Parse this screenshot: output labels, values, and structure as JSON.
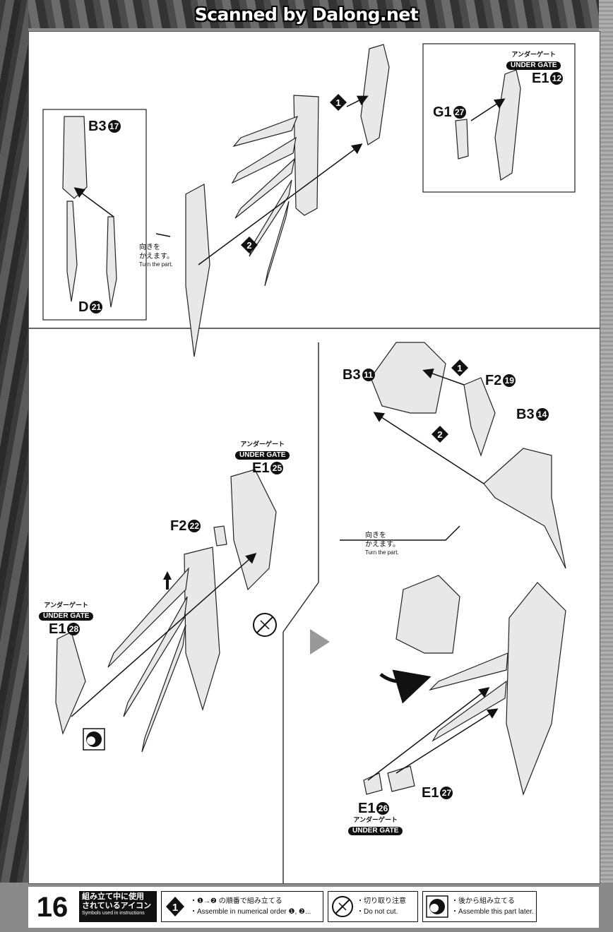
{
  "watermark": "Scanned by Dalong.net",
  "page_number": "16",
  "labels": {
    "b3_17": {
      "code": "B3",
      "num": "17"
    },
    "d_21": {
      "code": "D",
      "num": "21"
    },
    "g1_27": {
      "code": "G1",
      "num": "27"
    },
    "e1_12": {
      "code": "E1",
      "num": "12"
    },
    "b3_11": {
      "code": "B3",
      "num": "11"
    },
    "f2_19": {
      "code": "F2",
      "num": "19"
    },
    "b3_14": {
      "code": "B3",
      "num": "14"
    },
    "e1_25": {
      "code": "E1",
      "num": "25"
    },
    "f2_22": {
      "code": "F2",
      "num": "22"
    },
    "e1_28": {
      "code": "E1",
      "num": "28"
    },
    "e1_27": {
      "code": "E1",
      "num": "27"
    },
    "e1_26": {
      "code": "E1",
      "num": "26"
    }
  },
  "under_gate": {
    "jp": "アンダーゲート",
    "en": "UNDER GATE"
  },
  "turn_note": {
    "jp_line1": "向きを",
    "jp_line2": "かえます。",
    "en": "Turn the part."
  },
  "steps": {
    "one": "1",
    "two": "2"
  },
  "footer": {
    "symbols_jp_line1": "組み立て中に使用",
    "symbols_jp_line2": "されているアイコン",
    "symbols_en": "Symbols used in instructions",
    "order_jp": "・❶→❷ の順番で組み立てる",
    "order_en": "・Assemble in numerical order ❶, ❷...",
    "cut_jp": "・切り取り注意",
    "cut_en": "・Do not cut.",
    "later_jp": "・後から組み立てる",
    "later_en": "・Assemble this part later."
  }
}
